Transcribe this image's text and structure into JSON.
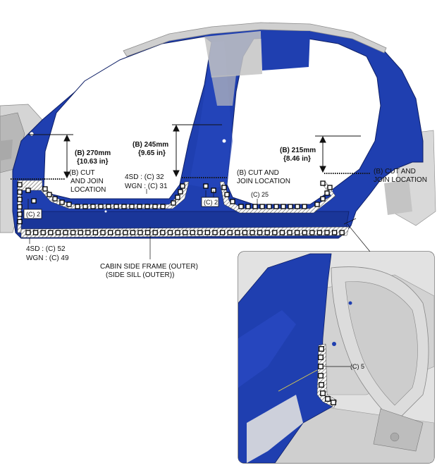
{
  "colors": {
    "body_blue": "#1f3fb0",
    "body_blue_dark": "#152c85",
    "roof_grey": "#c9c9c9",
    "frame_grey": "#d7d7d7",
    "weld_fill": "#ffffff",
    "weld_stroke": "#000000",
    "hatch": "#8a8a8a",
    "line": "#111111"
  },
  "dimensions": {
    "front": {
      "line1": "(B) 270mm",
      "line2": "{10.63 in}"
    },
    "center": {
      "line1": "(B) 245mm",
      "line2": "{9.65 in}"
    },
    "rear": {
      "line1": "(B) 215mm",
      "line2": "{8.46 in}"
    }
  },
  "cut_labels": {
    "front": {
      "line1": "(B) CUT",
      "line2": "AND JOIN",
      "line3": "LOCATION"
    },
    "center": {
      "line1": "(B) CUT AND",
      "line2": "JOIN LOCATION"
    },
    "rear": {
      "line1": "(B) CUT AND",
      "line2": "JOIN LOCATION"
    }
  },
  "weld_labels": {
    "front_c2": "(C) 2",
    "center_c2": "(C) 2",
    "c25": "(C) 25",
    "inset_c5": "(C) 5",
    "center_4sd": "4SD : (C) 32",
    "center_wgn": "WGN : (C) 31",
    "sill_4sd": "4SD : (C) 52",
    "sill_wgn": "WGN : (C) 49"
  },
  "part_name": {
    "line1": "CABIN SIDE FRAME (OUTER)",
    "line2": "(SIDE SILL (OUTER))"
  }
}
